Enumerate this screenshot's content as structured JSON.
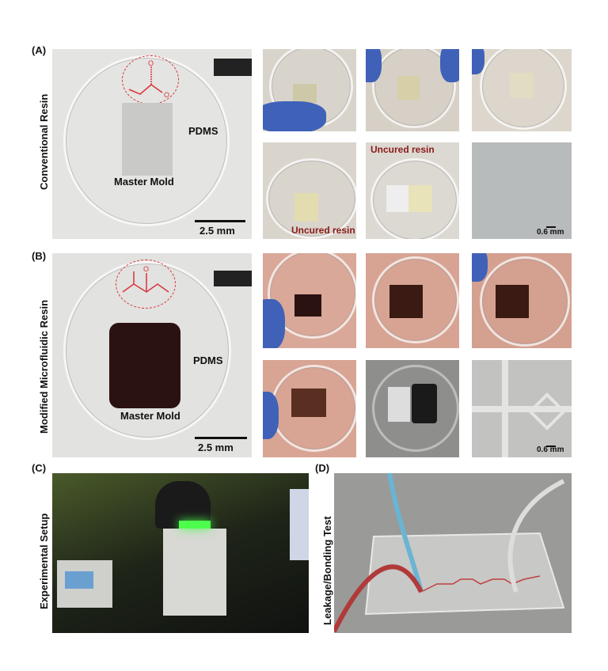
{
  "panels": {
    "a": {
      "label": "(A)",
      "row_label": "Conventional Resin",
      "main_photo": {
        "pdms": "PDMS",
        "master_mold": "Master Mold",
        "scale": "2.5 mm"
      },
      "uncured_1": "Uncured resin",
      "uncured_2": "Uncured resin",
      "micro_scale": "0.6 mm"
    },
    "b": {
      "label": "(B)",
      "row_label": "Modified Microfluidic Resin",
      "main_photo": {
        "pdms": "PDMS",
        "master_mold": "Master Mold",
        "scale": "2.5 mm"
      },
      "micro_scale": "0.6 mm"
    },
    "c": {
      "label": "(C)",
      "row_label": "Experimental Setup"
    },
    "d": {
      "label": "(D)",
      "row_label": "Leakage/Bonding Test"
    }
  },
  "colors": {
    "molecule_red": "#d9343a",
    "annotation_red": "#8b1a1a",
    "glove_blue": "#3f62b8",
    "dark_mold": "#2a1210"
  }
}
